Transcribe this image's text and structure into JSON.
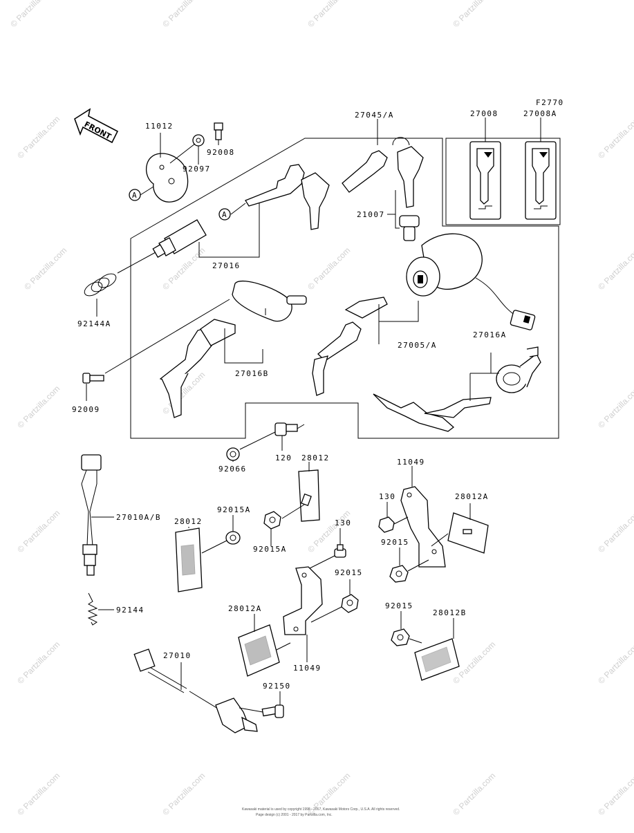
{
  "figure_code": "F2770",
  "front_label": "FRONT",
  "labels": {
    "p11012": "11012",
    "p92008": "92008",
    "p92097": "92097",
    "p27045a": "27045/A",
    "p27008": "27008",
    "p27008a": "27008A",
    "p21007": "21007",
    "p27016": "27016",
    "p92144a": "92144A",
    "p27016b": "27016B",
    "p27005a": "27005/A",
    "p27016a": "27016A",
    "p92009": "92009",
    "p120": "120",
    "p28012_top": "28012",
    "p92066": "92066",
    "p11049_top": "11049",
    "p130_left": "130",
    "p28012a_top": "28012A",
    "p27010ab": "27010A/B",
    "p28012_left": "28012",
    "p92015a_top": "92015A",
    "p92015a_mid": "92015A",
    "p130_mid": "130",
    "p92015_right": "92015",
    "p92015_mid": "92015",
    "p92144": "92144",
    "p28012a_bot": "28012A",
    "p11049_bot": "11049",
    "p92015_low": "92015",
    "p28012b": "28012B",
    "p27010": "27010",
    "p92150": "92150",
    "callout_a1": "A",
    "callout_a2": "A"
  },
  "watermark": "© Partzilla.com",
  "footer": {
    "line1": "Kawasaki material is used by copyright 1998 - 2017, Kawasaki Motors Corp., U.S.A. All rights reserved.",
    "line2": "Page design (c) 2001 - 2017 by Partzilla.com, Inc."
  }
}
